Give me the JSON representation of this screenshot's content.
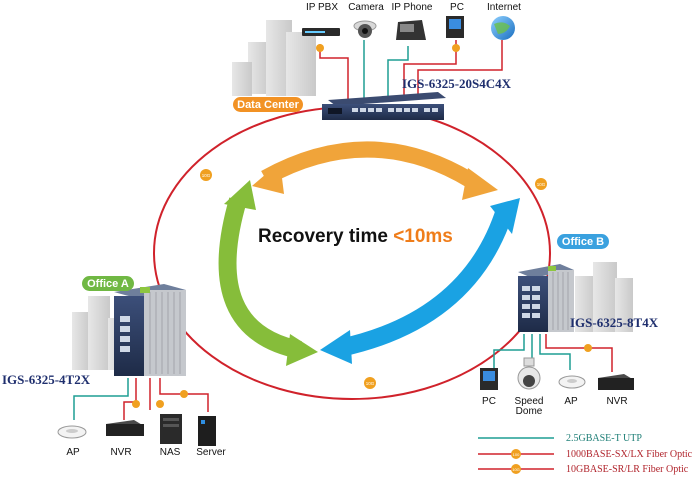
{
  "headline": {
    "text": "Recovery time ",
    "highlight": "<10ms"
  },
  "colors": {
    "copper": "#1f9e93",
    "fiber": "#d0222b",
    "arrow_orange": "#f0a43a",
    "arrow_blue": "#1aa2e3",
    "arrow_green": "#86bd3a",
    "badge_orange": "#f29224",
    "badge_green": "#70b843",
    "badge_blue": "#3aa1df",
    "model_text": "#1f2f6e"
  },
  "sites": {
    "data_center": {
      "badge": "Data Center",
      "model": "IGS-6325-20S4C4X"
    },
    "office_a": {
      "badge": "Office A",
      "model": "IGS-6325-4T2X"
    },
    "office_b": {
      "badge": "Office B",
      "model": "IGS-6325-8T4X"
    }
  },
  "ring_tag": "10G",
  "fiber_tag": "100",
  "top_devices": [
    {
      "label": "IP PBX",
      "icon": "ip-pbx-icon"
    },
    {
      "label": "Camera",
      "icon": "dome-camera-icon"
    },
    {
      "label": "IP Phone",
      "icon": "ip-phone-icon"
    },
    {
      "label": "PC",
      "icon": "pc-icon"
    },
    {
      "label": "Internet",
      "icon": "globe-icon"
    }
  ],
  "office_a_devices": [
    {
      "label": "AP",
      "icon": "access-point-icon"
    },
    {
      "label": "NVR",
      "icon": "nvr-icon"
    },
    {
      "label": "NAS",
      "icon": "nas-icon"
    },
    {
      "label": "Server",
      "icon": "server-icon"
    }
  ],
  "office_b_devices": [
    {
      "label": "PC",
      "icon": "pc-icon"
    },
    {
      "label": "Speed\nDome",
      "line1": "Speed",
      "line2": "Dome",
      "icon": "speed-dome-icon"
    },
    {
      "label": "AP",
      "icon": "access-point-icon"
    },
    {
      "label": "NVR",
      "icon": "nvr-icon"
    }
  ],
  "legend": [
    {
      "text": "2.5GBASE-T UTP",
      "type": "copper"
    },
    {
      "text": "1000BASE-SX/LX Fiber Optic",
      "type": "fiber",
      "tag": "100"
    },
    {
      "text": "10GBASE-SR/LR Fiber Optic",
      "type": "fiber",
      "tag": "10G"
    }
  ]
}
